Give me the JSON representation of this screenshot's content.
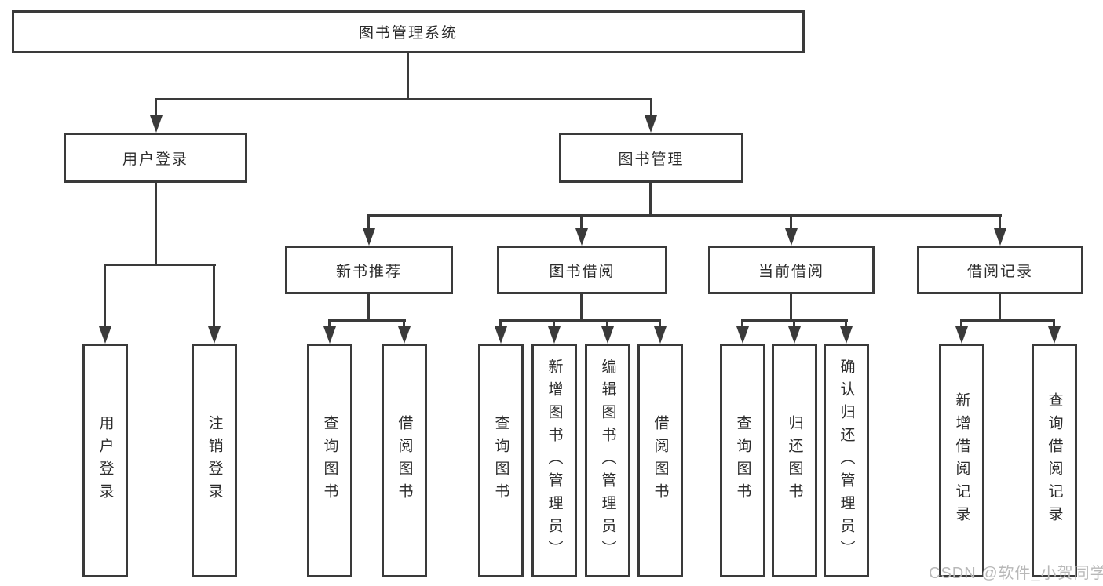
{
  "colors": {
    "line": "#3a3a3a",
    "text": "#2c2c2c",
    "background": "#ffffff",
    "watermark": "#b8b8b8"
  },
  "watermark": {
    "text": "CSDN @软件_小贺同学"
  },
  "nodes": {
    "root": "图书管理系统",
    "user_login": "用户登录",
    "book_management": "图书管理",
    "new_book_recommend": "新书推荐",
    "book_borrow": "图书借阅",
    "current_borrow": "当前借阅",
    "borrow_record": "借阅记录",
    "leaf_user_login": "用户登录",
    "leaf_logout": "注销登录",
    "leaf_query_book_1": "查询图书",
    "leaf_borrow_book_1": "借阅图书",
    "leaf_query_book_2": "查询图书",
    "leaf_add_book": "新增图书（管理员）",
    "leaf_edit_book": "编辑图书（管理员）",
    "leaf_borrow_book_2": "借阅图书",
    "leaf_query_book_3": "查询图书",
    "leaf_return_book": "归还图书",
    "leaf_confirm_return": "确认归还（管理员）",
    "leaf_add_borrow_record": "新增借阅记录",
    "leaf_query_borrow_record": "查询借阅记录"
  },
  "structure": {
    "图书管理系统": {
      "用户登录": [
        "用户登录",
        "注销登录"
      ],
      "图书管理": {
        "新书推荐": [
          "查询图书",
          "借阅图书"
        ],
        "图书借阅": [
          "查询图书",
          "新增图书（管理员）",
          "编辑图书（管理员）",
          "借阅图书"
        ],
        "当前借阅": [
          "查询图书",
          "归还图书",
          "确认归还（管理员）"
        ],
        "借阅记录": [
          "新增借阅记录",
          "查询借阅记录"
        ]
      }
    }
  }
}
